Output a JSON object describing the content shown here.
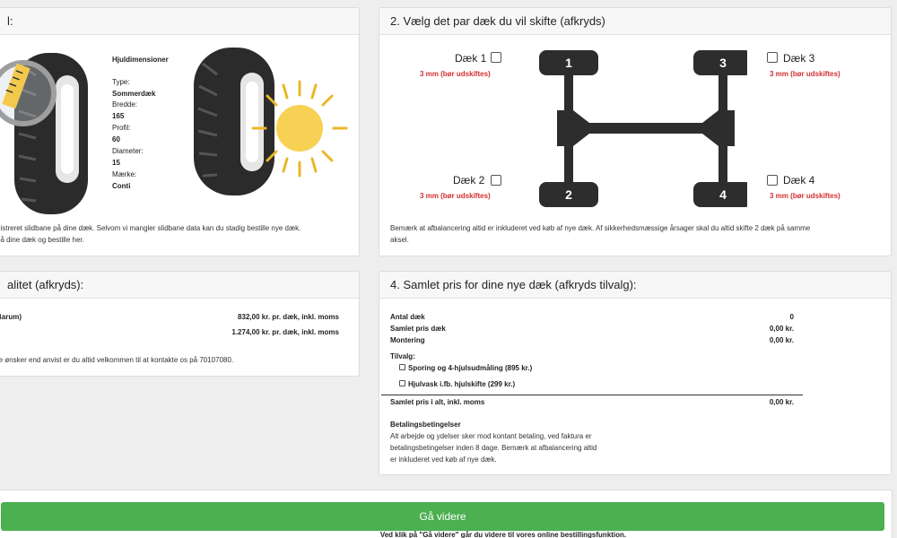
{
  "section1": {
    "title_fragment": "l:",
    "spec_heading": "Hjuldimensioner",
    "specs": [
      {
        "label": "Type:",
        "value": "Sommerdæk"
      },
      {
        "label": "Bredde:",
        "value": "165"
      },
      {
        "label": "Profil:",
        "value": "60"
      },
      {
        "label": "Diameter:",
        "value": "15"
      },
      {
        "label": "Mærke:",
        "value": "Conti"
      }
    ],
    "note_line1": "gistreret slidbane på dine dæk. Selvom vi mangler slidbane data kan du stadig bestille nye dæk.",
    "note_line2": "på dine dæk og bestille her."
  },
  "section2": {
    "title": "2. Vælg det par dæk du vil skifte (afkryds)",
    "tires": [
      {
        "label": "Dæk 1",
        "number": "1",
        "status": "3 mm (bør udskiftes)"
      },
      {
        "label": "Dæk 2",
        "number": "2",
        "status": "3 mm (bør udskiftes)"
      },
      {
        "label": "Dæk 3",
        "number": "3",
        "status": "3 mm (bør udskiftes)"
      },
      {
        "label": "Dæk 4",
        "number": "4",
        "status": "3 mm (bør udskiftes)"
      }
    ],
    "note_line1": "Bemærk at afbalancering altid er inkluderet ved køb af nye dæk. Af sikkerhedsmæssige årsager skal du altid skifte 2 dæk på samme",
    "note_line2": "aksel."
  },
  "section3": {
    "title_fragment": "alitet (afkryds):",
    "row1_label": "Barum)",
    "row1_price": "832,00 kr. pr. dæk, inkl. moms",
    "row2_price": "1.274,00 kr. pr. dæk, inkl. moms",
    "note": "re ønsker end anvist er du altid velkommen til at kontakte os på 70107080."
  },
  "section4": {
    "title": "4. Samlet pris for dine nye dæk (afkryds tilvalg):",
    "rows": [
      {
        "label": "Antal dæk",
        "value": "0"
      },
      {
        "label": "Samlet pris dæk",
        "value": "0,00 kr."
      },
      {
        "label": "Montering",
        "value": "0,00 kr."
      }
    ],
    "tilvalg_heading": "Tilvalg:",
    "options": [
      {
        "label": "Sporing og 4-hjulsudmåling (895 kr.)"
      },
      {
        "label": "Hjulvask i.fb. hjulskifte (299 kr.)"
      }
    ],
    "total_label": "Samlet pris i alt, inkl. moms",
    "total_value": "0,00 kr.",
    "terms_heading": "Betalingsbetingelser",
    "terms_line1": "Alt arbejde og ydelser sker mod kontant betaling, ved faktura er",
    "terms_line2": "betalingsbetingelser inden 8 dage. Bemærk at afbalancering altid",
    "terms_line3": "er inkluderet ved køb af nye dæk."
  },
  "footer": {
    "button_label": "Gå videre",
    "footnote": "Ved klik på \"Gå videre\" går du videre til vores online bestillingsfunktion."
  }
}
